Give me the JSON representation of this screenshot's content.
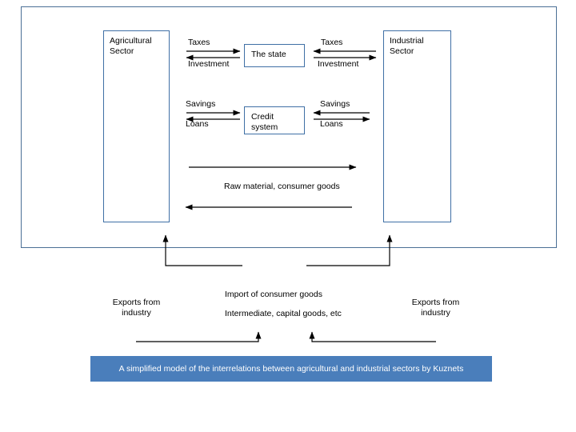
{
  "diagram": {
    "title": "A simplified model of the interrelations between agricultural and industrial sectors by Kuznets",
    "boxes": {
      "agricultural_sector": "Agricultural\nSector",
      "agricultural_sector_line1": "Agricultural",
      "agricultural_sector_line2": "Sector",
      "industrial_sector_line1": "Industrial",
      "industrial_sector_line2": "Sector",
      "the_state": "The state",
      "credit_system_line1": "Credit",
      "credit_system_line2": "system"
    },
    "labels": {
      "taxes_left": "Taxes",
      "investment_left": "Investment",
      "taxes_right": "Taxes",
      "investment_right": "Investment",
      "savings_left": "Savings",
      "loans_left": "Loans",
      "savings_right": "Savings",
      "loans_right": "Loans",
      "raw_material": "Raw material, consumer goods",
      "import_consumer_goods": "Import of consumer goods",
      "intermediate_capital_goods": "Intermediate, capital goods, etc",
      "exports_from_industry_left_line1": "Exports from",
      "exports_from_industry_left_line2": "industry",
      "exports_from_industry_right_line1": "Exports from",
      "exports_from_industry_right_line2": "industry"
    },
    "colors": {
      "frame_border": "#4a6f96",
      "box_border": "#3f6fa5",
      "caption_bg": "#4a7ebb",
      "caption_text": "#ffffff",
      "arrow": "#000000"
    }
  }
}
